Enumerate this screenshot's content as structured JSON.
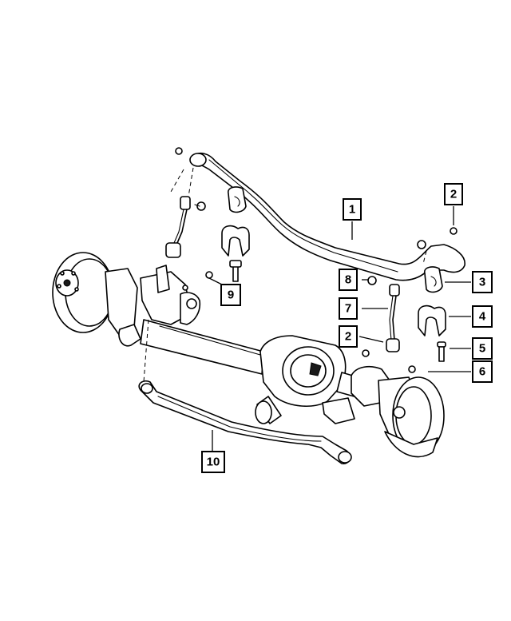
{
  "diagram": {
    "callouts": [
      {
        "id": "c1",
        "label": "1"
      },
      {
        "id": "c2a",
        "label": "2"
      },
      {
        "id": "c2b",
        "label": "2"
      },
      {
        "id": "c3",
        "label": "3"
      },
      {
        "id": "c4",
        "label": "4"
      },
      {
        "id": "c5",
        "label": "5"
      },
      {
        "id": "c6",
        "label": "6"
      },
      {
        "id": "c7",
        "label": "7"
      },
      {
        "id": "c8",
        "label": "8"
      },
      {
        "id": "c9",
        "label": "9"
      },
      {
        "id": "c10",
        "label": "10"
      }
    ]
  }
}
